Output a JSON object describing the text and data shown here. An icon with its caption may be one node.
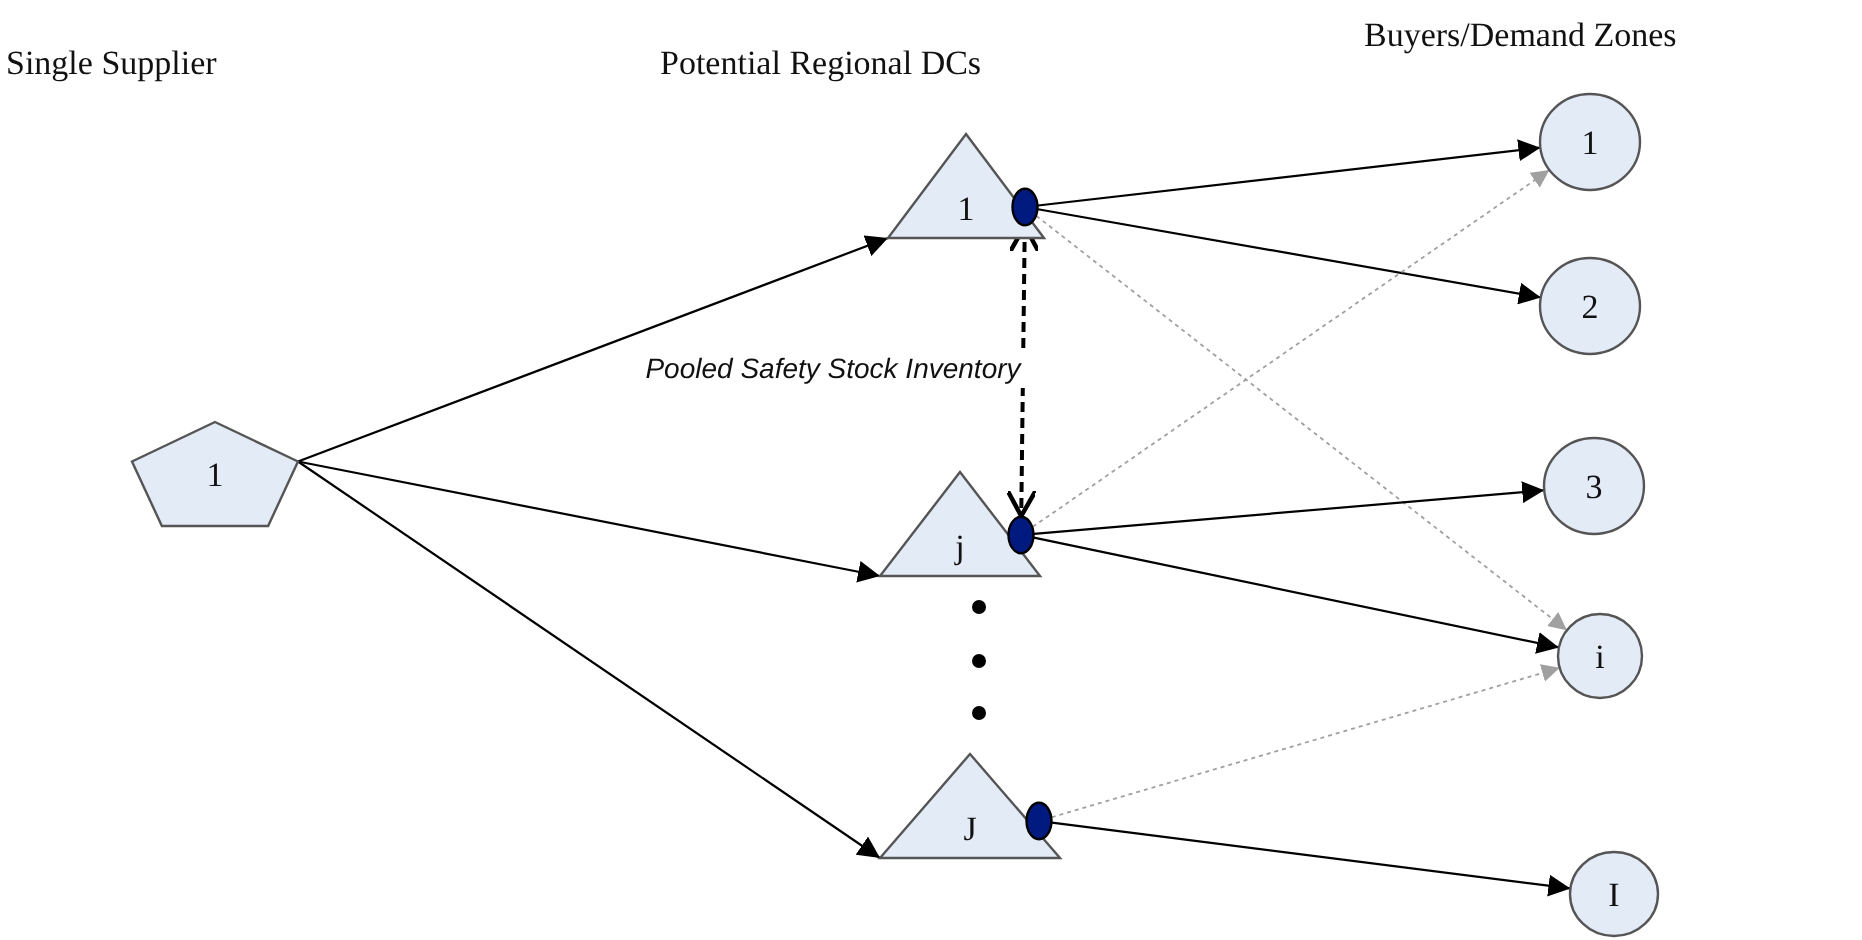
{
  "diagram": {
    "nodes": [
      {
        "text": [
          "1"
        ]
      },
      {
        "text": [
          "1"
        ]
      },
      {
        "text": [
          "j"
        ]
      },
      {
        "text": [
          "J"
        ]
      },
      {
        "text": [
          "1"
        ]
      },
      {
        "text": [
          "2"
        ]
      },
      {
        "text": [
          "3"
        ]
      },
      {
        "text": [
          "i"
        ]
      },
      {
        "text": [
          "I"
        ]
      },
      {
        "text": [],
        "shape": "circle"
      },
      {
        "text": [],
        "shape": "circle"
      },
      {
        "text": [],
        "shape": "circle"
      }
    ],
    "edges": [
      {
        "from": 0,
        "to": 1,
        "arrow": "to"
      },
      {
        "from": 0,
        "to": 2,
        "arrow": "to"
      },
      {
        "from": 0,
        "to": 3,
        "arrow": "to"
      },
      {
        "from": 9,
        "to": 4,
        "arrow": "to"
      },
      {
        "from": 9,
        "to": 5,
        "arrow": "to"
      },
      {
        "from": 9,
        "to": 7,
        "arrow": "to",
        "style": "dashed",
        "color": "#a0a0a0"
      },
      {
        "from": 10,
        "to": 4,
        "arrow": "to",
        "style": "dashed",
        "color": "#a0a0a0"
      },
      {
        "from": 10,
        "to": 6,
        "arrow": "to"
      },
      {
        "from": 10,
        "to": 7,
        "arrow": "to"
      },
      {
        "from": 11,
        "to": 7,
        "arrow": "to",
        "style": "dashed",
        "color": "#a0a0a0"
      },
      {
        "from": 11,
        "to": 8,
        "arrow": "to"
      },
      {
        "from": 9,
        "to": 10,
        "arrow": "both",
        "style": "dashed",
        "label": "Pooled Safety Stock Inventory"
      }
    ],
    "labels": [
      "Single Supplier",
      "Potential Regional DCs",
      "Buyers/Demand Zones"
    ]
  }
}
